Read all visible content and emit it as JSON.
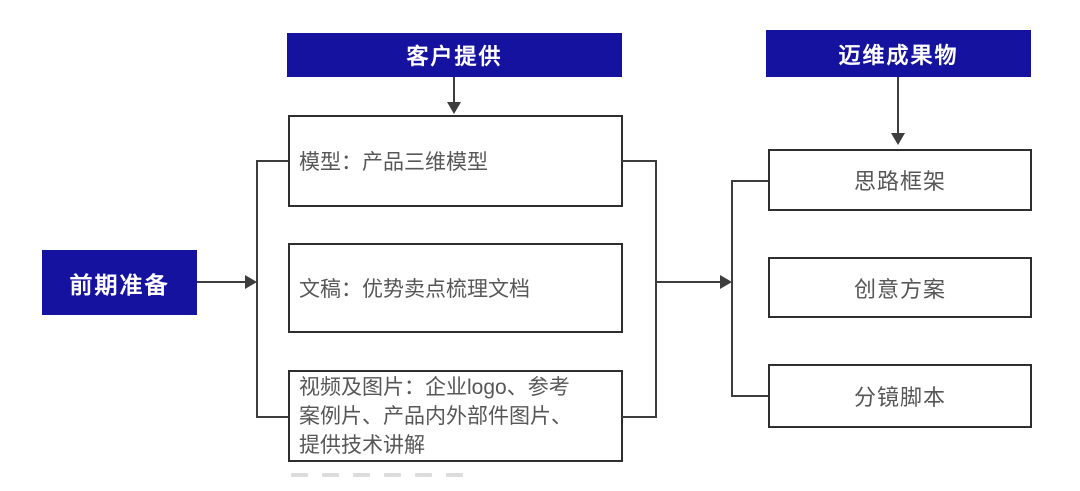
{
  "colors": {
    "accent_blue": "#14129F",
    "line": "#3d3d3d",
    "box_border": "#2e2e2e",
    "box_text": "#575757",
    "header_text": "#ffffff"
  },
  "nodes": {
    "prep": {
      "label": "前期准备"
    },
    "customer_header": {
      "label": "客户提供"
    },
    "model": {
      "label": "模型：产品三维模型"
    },
    "document": {
      "label": "文稿：优势卖点梳理文档"
    },
    "media": {
      "label": "视频及图片：企业logo、参考案例片、产品内外部件图片、提供技术讲解",
      "lines": [
        "视频及图片：企业logo、参考",
        "案例片、产品内外部件图片、",
        "提供技术讲解"
      ]
    },
    "deliverables_header": {
      "label": "迈维成果物"
    },
    "framework": {
      "label": "思路框架"
    },
    "creative": {
      "label": "创意方案"
    },
    "storyboard": {
      "label": "分镜脚本"
    }
  }
}
